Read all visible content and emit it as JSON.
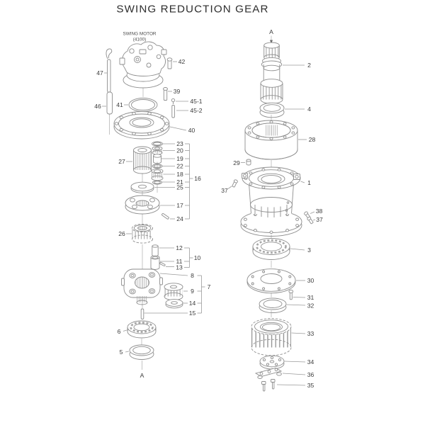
{
  "title": "SWING REDUCTION GEAR",
  "motor": {
    "name": "SWING MOTOR",
    "code": "(4100)"
  },
  "markers": {
    "axis_top": "A",
    "axis_bottom": "A"
  },
  "colors": {
    "background": "#ffffff",
    "line_art": "#8e8e8e",
    "label_text": "#3c3c3c",
    "title_text": "#2d2d2d"
  },
  "callouts": {
    "p1": "1",
    "p2": "2",
    "p3": "3",
    "p4": "4",
    "p5": "5",
    "p6": "6",
    "p7": "7",
    "p8": "8",
    "p9": "9",
    "p10": "10",
    "p11": "11",
    "p12": "12",
    "p13": "13",
    "p14": "14",
    "p15": "15",
    "p16": "16",
    "p17": "17",
    "p18": "18",
    "p19": "19",
    "p20": "20",
    "p21": "21",
    "p22": "22",
    "p23": "23",
    "p24": "24",
    "p25": "25",
    "p26": "26",
    "p27": "27",
    "p28": "28",
    "p29": "29",
    "p30": "30",
    "p31": "31",
    "p32": "32",
    "p33": "33",
    "p34": "34",
    "p35": "35",
    "p36": "36",
    "p37_left": "37",
    "p37_right": "37",
    "p38": "38",
    "p39": "39",
    "p40": "40",
    "p41": "41",
    "p42": "42",
    "p45_1": "45-1",
    "p45_2": "45-2",
    "p46": "46",
    "p47": "47"
  }
}
